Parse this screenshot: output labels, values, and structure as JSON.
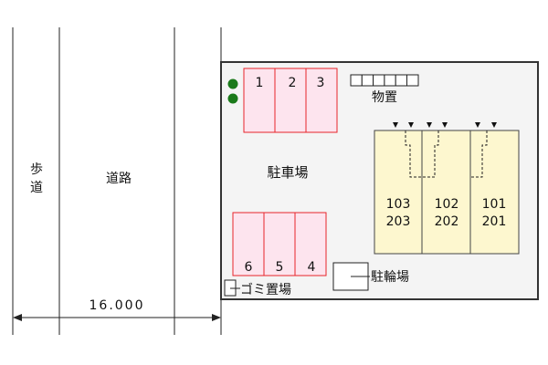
{
  "left": {
    "sidewalk": "歩道",
    "road": "道路",
    "width_dimension": "16.000"
  },
  "site": {
    "parking_label": "駐車場",
    "parking_top": [
      "1",
      "2",
      "3"
    ],
    "parking_bottom": [
      "6",
      "5",
      "4"
    ],
    "storage_label": "物置",
    "bike_label": "駐輪場",
    "garbage_label": "ゴミ置場",
    "units": [
      {
        "lower": "103",
        "upper": "203"
      },
      {
        "lower": "102",
        "upper": "202"
      },
      {
        "lower": "101",
        "upper": "201"
      }
    ]
  },
  "colors": {
    "parking_fill": "#fde4ee",
    "parking_stroke": "#e8252a",
    "building_fill": "#fdf7cf",
    "site_fill": "#f4f4f4",
    "tree": "#1a7a1a"
  }
}
